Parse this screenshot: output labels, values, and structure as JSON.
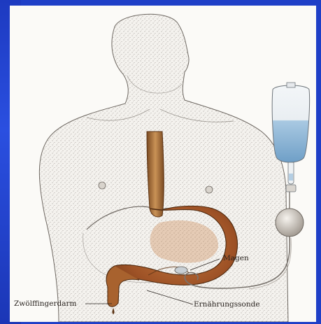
{
  "labels": {
    "stomach": "Magen",
    "duodenum": "Zwölffingerdarm",
    "feeding_tube": "Ernährungssonde"
  },
  "colors": {
    "background": "#1f3fc7",
    "paper": "#fbfaf7",
    "stomach": "#a55a2a",
    "fluid": "#8db8d8",
    "ink": "#2a2420"
  }
}
